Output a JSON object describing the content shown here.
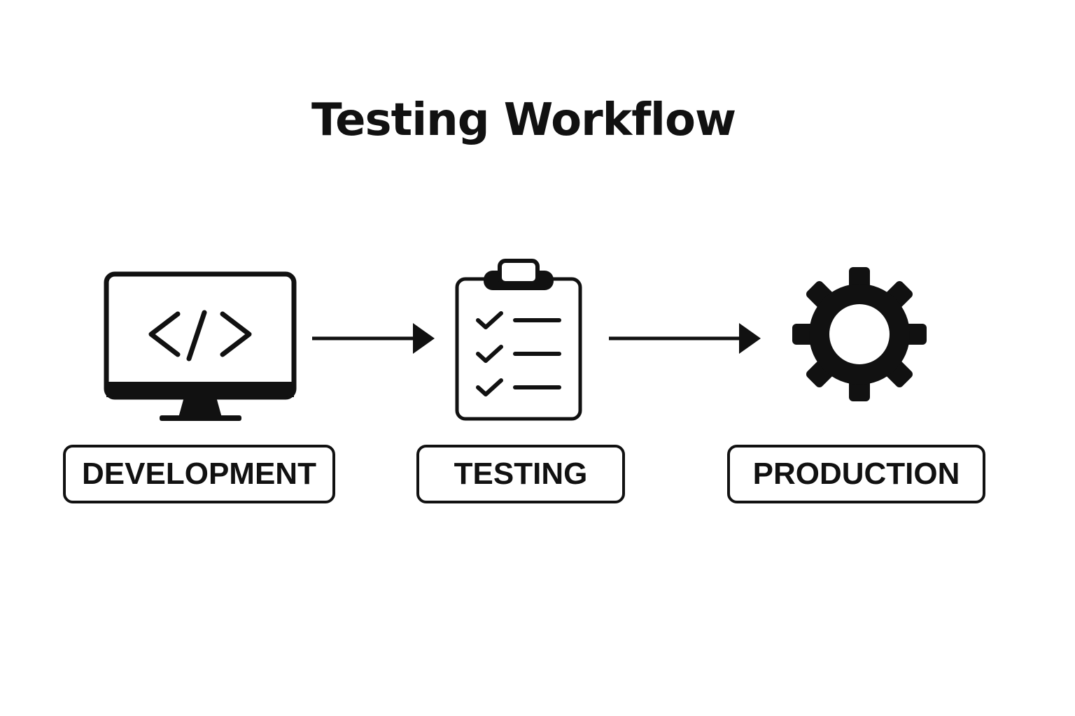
{
  "title": "Testing Workflow",
  "stages": [
    {
      "label": "DEVELOPMENT",
      "icon": "code-monitor-icon"
    },
    {
      "label": "TESTING",
      "icon": "checklist-clipboard-icon"
    },
    {
      "label": "PRODUCTION",
      "icon": "gear-icon"
    }
  ],
  "connectors": [
    {
      "from": "DEVELOPMENT",
      "to": "TESTING",
      "icon": "arrow-right-icon"
    },
    {
      "from": "TESTING",
      "to": "PRODUCTION",
      "icon": "arrow-right-icon"
    }
  ],
  "colors": {
    "ink": "#111111",
    "background": "#ffffff"
  }
}
